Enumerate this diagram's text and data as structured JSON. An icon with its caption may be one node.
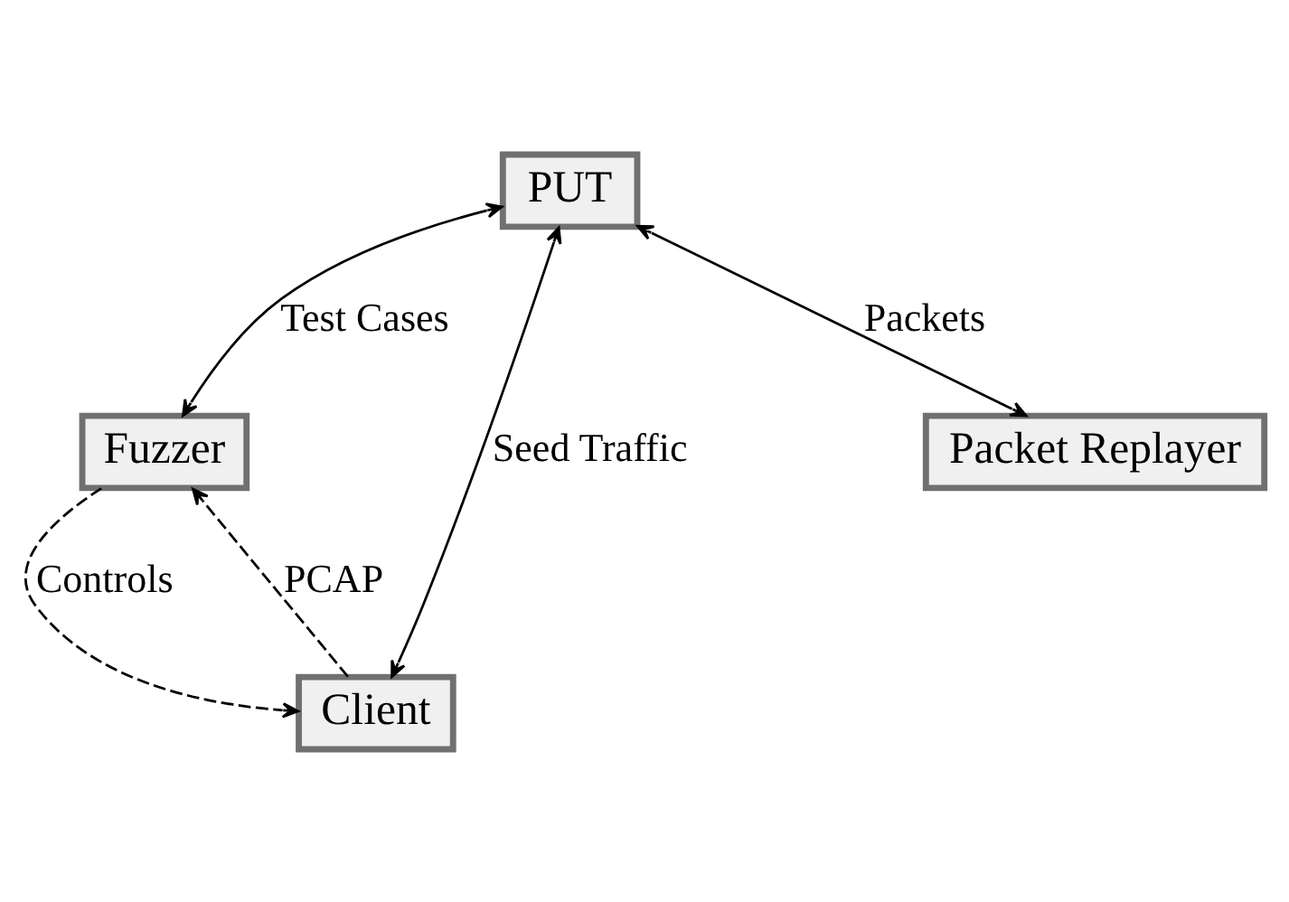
{
  "diagram": {
    "nodes": [
      {
        "text": [
          "Fuzzer"
        ]
      },
      {
        "text": [
          "PUT"
        ]
      },
      {
        "text": [
          "Client"
        ]
      },
      {
        "text": [
          "Packet Replayer"
        ]
      }
    ],
    "edges": [
      {
        "from": 1,
        "to": 0,
        "arrow": "both",
        "label": "Test Cases"
      },
      {
        "from": 0,
        "to": 2,
        "arrow": "to",
        "label": "Controls",
        "style": "dashed"
      },
      {
        "from": 2,
        "to": 0,
        "arrow": "to",
        "label": "PCAP",
        "style": "dashed"
      },
      {
        "from": 1,
        "to": 2,
        "arrow": "both",
        "label": "Seed Traffic"
      },
      {
        "from": 1,
        "to": 3,
        "arrow": "both",
        "label": "Packets"
      }
    ]
  }
}
